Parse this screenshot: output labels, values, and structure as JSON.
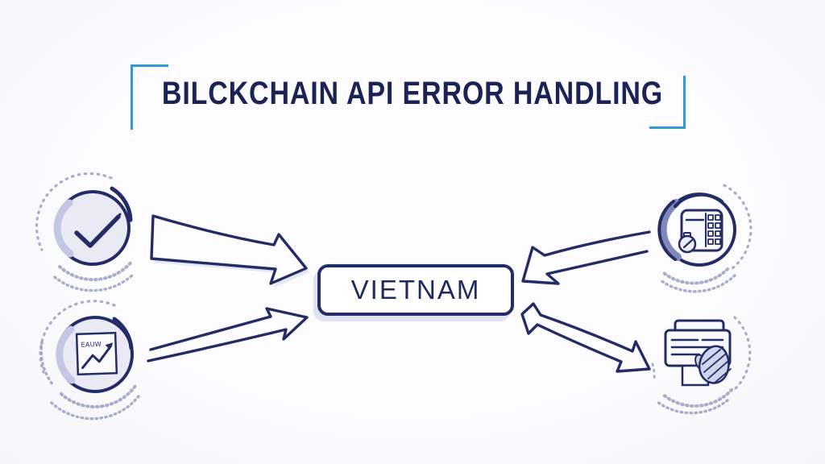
{
  "title": {
    "text": "BILCKCHAIN API ERROR HANDLING"
  },
  "center_box": {
    "label": "VIETNAM"
  },
  "icons": {
    "top_left": {
      "name": "check-circle-icon",
      "meaning": "success checkmark in hand-drawn circle"
    },
    "bottom_left": {
      "name": "growth-chart-icon",
      "meaning": "document with rising trend arrow",
      "scribble": "EAUW"
    },
    "top_right": {
      "name": "calculator-timer-icon",
      "meaning": "keypad device with stopwatch"
    },
    "bottom_right": {
      "name": "documents-hand-icon",
      "meaning": "overlapping windows with hand"
    }
  },
  "arrows": {
    "top_left": "from check-circle to center box",
    "bottom_left": "from growth-chart to center box",
    "top_right": "from calculator-timer to center box",
    "bottom_right": "bidirectional between center box and documents-hand"
  },
  "colors": {
    "ink": "#232c66",
    "ink-dark": "#1b2356",
    "bracket": "#2d9ad2",
    "circle-fill": "#e9eaf4",
    "shade": "#c3c7e4",
    "stipple": "#99a0c5",
    "shadow": "#dfe2f1",
    "bg": "#fafafb"
  }
}
